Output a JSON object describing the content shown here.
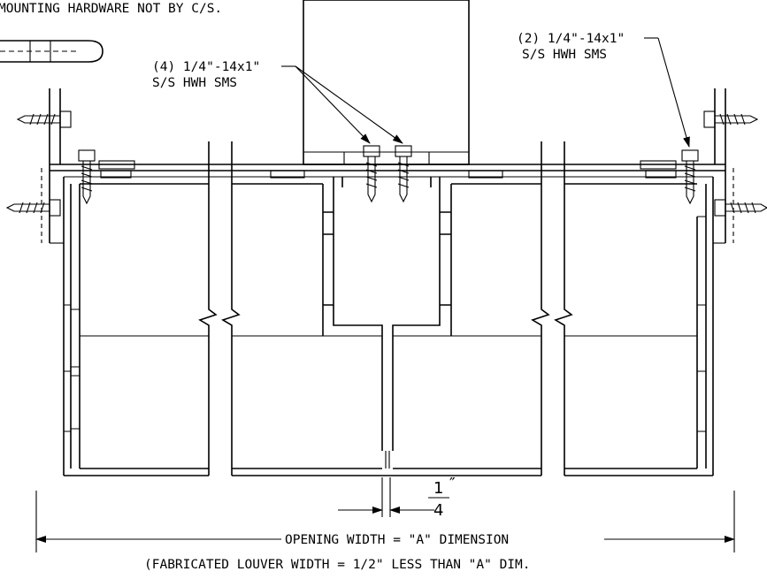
{
  "notes": {
    "mounting": "MOUNTING HARDWARE NOT BY C/S.",
    "center_fastener_line1": "(4) 1/4\"-14x1\"",
    "center_fastener_line2": "S/S HWH SMS",
    "right_fastener_line1": "(2) 1/4\"-14x1\"",
    "right_fastener_line2": "S/S HWH SMS"
  },
  "dimensions": {
    "gap_numerator": "1",
    "gap_denominator": "4",
    "gap_unit": "″",
    "opening_label": "OPENING WIDTH = \"A\" DIMENSION",
    "fabricated_label": "(FABRICATED LOUVER WIDTH = 1/2\"  LESS THAN \"A\" DIM."
  }
}
